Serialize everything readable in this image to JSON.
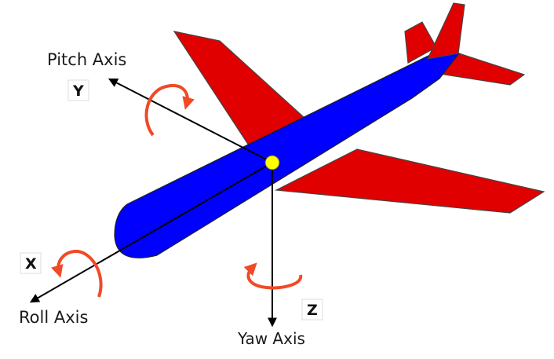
{
  "axes": {
    "pitch": {
      "name": "Pitch Axis",
      "letter": "Y"
    },
    "roll": {
      "name": "Roll Axis",
      "letter": "X"
    },
    "yaw": {
      "name": "Yaw Axis",
      "letter": "Z"
    }
  },
  "colors": {
    "fuselage": "#0000ff",
    "wings": "#e00000",
    "center_of_gravity": "#ffff00",
    "rotation_arrows": "#f04a26",
    "axis_lines": "#000000"
  },
  "icons": {
    "pitch_rotation": "curved-rotation-arrow-icon",
    "roll_rotation": "curved-rotation-arrow-icon",
    "yaw_rotation": "curved-rotation-arrow-icon"
  }
}
